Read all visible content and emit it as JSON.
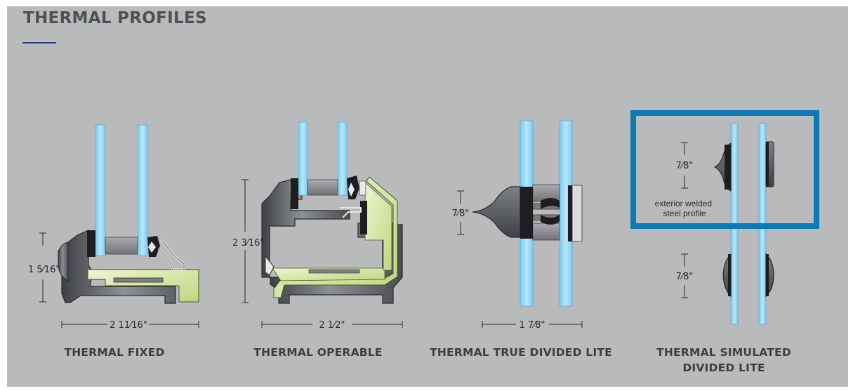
{
  "title": "THERMAL PROFILES",
  "colors": {
    "background": "#b9babc",
    "heading": "#4d5154",
    "accent_rule": "#2c3e8c",
    "highlight_box": "#0a7bb4",
    "glass": "#9fdcf5",
    "thermal_insert": "#d6e6a6",
    "frame": "#5a5c60",
    "gasket": "#1f1f1f"
  },
  "profiles": [
    {
      "caption": "THERMAL FIXED",
      "height_dim": "1 5⁄16\"",
      "width_dim": "2 11⁄16\""
    },
    {
      "caption": "THERMAL OPERABLE",
      "height_dim": "2 3⁄16\"",
      "width_dim": "2 1⁄2\""
    },
    {
      "caption": "THERMAL TRUE DIVIDED LITE",
      "height_dim": "7⁄8\"",
      "width_dim": "1 7⁄8\""
    },
    {
      "caption": "THERMAL SIMULATED DIVIDED LITE",
      "height_dim_top": "7⁄8\"",
      "height_dim_bottom": "7⁄8\"",
      "callout": "exterior welded steel profile"
    }
  ]
}
